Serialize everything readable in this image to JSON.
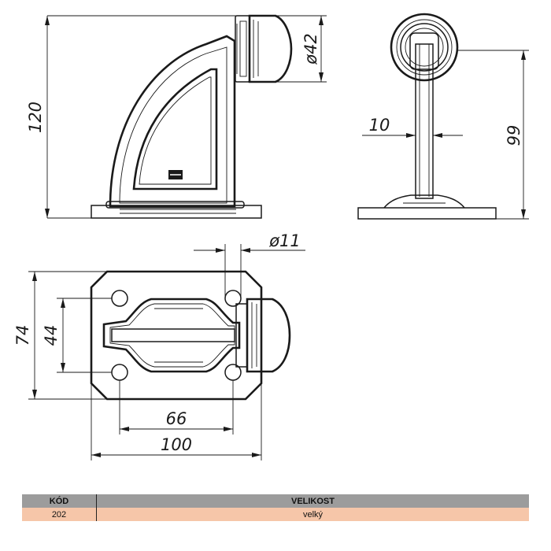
{
  "dimensions": {
    "height": "120",
    "cap_diameter": "ø42",
    "stem_width": "10",
    "side_height": "99",
    "hole_diameter": "ø11",
    "base_depth": "74",
    "hole_spacing_y": "44",
    "hole_spacing_x": "66",
    "base_length": "100"
  },
  "table": {
    "headers": [
      "KÓD",
      "VELIKOST"
    ],
    "rows": [
      [
        "202",
        "velký"
      ]
    ]
  },
  "colors": {
    "header_bg": "#9c9c9c",
    "row_bg": "#f6c6a9",
    "line": "#1a1a1a"
  }
}
